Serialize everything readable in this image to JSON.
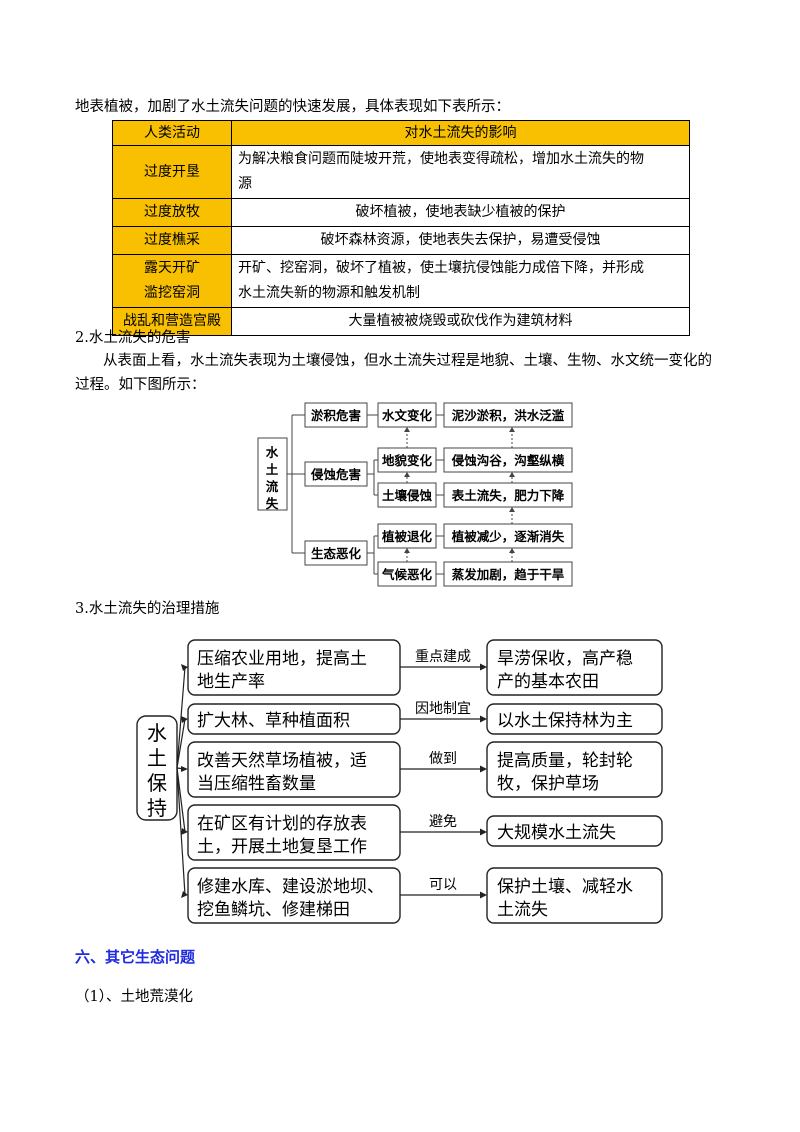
{
  "intro_text": "地表植被，加剧了水土流失问题的快速发展，具体表现如下表所示：",
  "table": {
    "headers": [
      "人类活动",
      "对水土流失的影响"
    ],
    "rows": [
      {
        "activity": "过度开垦",
        "effect_lines": [
          "为解决粮食问题而陡坡开荒，使地表变得疏松，增加水土流失的物",
          "源"
        ]
      },
      {
        "activity": "过度放牧",
        "effect_lines": [
          "破坏植被，使地表缺少植被的保护"
        ]
      },
      {
        "activity": "过度樵采",
        "effect_lines": [
          "破坏森林资源，使地表失去保护，易遭受侵蚀"
        ]
      },
      {
        "activity_lines": [
          "露天开矿",
          "滥挖窑洞"
        ],
        "effect_lines": [
          "开矿、挖窑洞，破坏了植被，使土壤抗侵蚀能力成倍下降，并形成",
          "水土流失新的物源和触发机制"
        ]
      },
      {
        "activity": "战乱和营造宫殿",
        "effect_lines": [
          "大量植被被烧毁或砍伐作为建筑材料"
        ]
      }
    ]
  },
  "section2": {
    "title": "2.水土流失的危害",
    "para_line1": "从表面上看，水土流失表现为土壤侵蚀，但水土流失过程是地貌、土壤、生物、水文统一变化的",
    "para_line2": "过程。如下图所示："
  },
  "diagram1": {
    "root_chars": [
      "水",
      "土",
      "流",
      "失"
    ],
    "categories": [
      "淤积危害",
      "侵蚀危害",
      "生态恶化"
    ],
    "changes": [
      "水文变化",
      "地貌变化",
      "土壤侵蚀",
      "植被退化",
      "气候恶化"
    ],
    "effects": [
      "泥沙淤积，洪水泛滥",
      "侵蚀沟谷，沟壑纵横",
      "表土流失，肥力下降",
      "植被减少，逐渐消失",
      "蒸发加剧，趋于干旱"
    ]
  },
  "section3": {
    "title": "3.水土流失的治理措施"
  },
  "diagram2": {
    "root_chars": [
      "水",
      "土",
      "保",
      "持"
    ],
    "measures": [
      {
        "lines": [
          "压缩农业用地，提高土",
          "地生产率"
        ],
        "connector": "重点建成",
        "result_lines": [
          "旱涝保收，高产稳",
          "产的基本农田"
        ]
      },
      {
        "lines": [
          "扩大林、草种植面积"
        ],
        "connector": "因地制宜",
        "result_lines": [
          "以水土保持林为主"
        ]
      },
      {
        "lines": [
          "改善天然草场植被，适",
          "当压缩牲畜数量"
        ],
        "connector": "做到",
        "result_lines": [
          "提高质量，轮封轮",
          "牧，保护草场"
        ]
      },
      {
        "lines": [
          "在矿区有计划的存放表",
          "土，开展土地复垦工作"
        ],
        "connector": "避免",
        "result_lines": [
          "大规模水土流失"
        ]
      },
      {
        "lines": [
          "修建水库、建设淤地坝、",
          "挖鱼鳞坑、修建梯田"
        ],
        "connector": "可以",
        "result_lines": [
          "保护土壤、减轻水",
          "土流失"
        ]
      }
    ]
  },
  "section6": {
    "title": "六、其它生态问题"
  },
  "subsection": {
    "title": "（1）、土地荒漠化"
  }
}
